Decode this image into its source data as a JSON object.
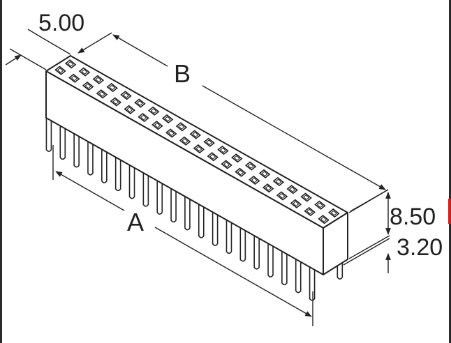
{
  "dimensions": {
    "width_label": "5.00",
    "length_label": "B",
    "pin_span_label": "A",
    "body_height_label": "8.50",
    "pin_height_label": "3.20"
  },
  "colors": {
    "line": "#222222",
    "background": "#ffffff",
    "accent_edge": "#cc2222"
  },
  "connector": {
    "rows": 2,
    "positions_per_row": 20
  }
}
